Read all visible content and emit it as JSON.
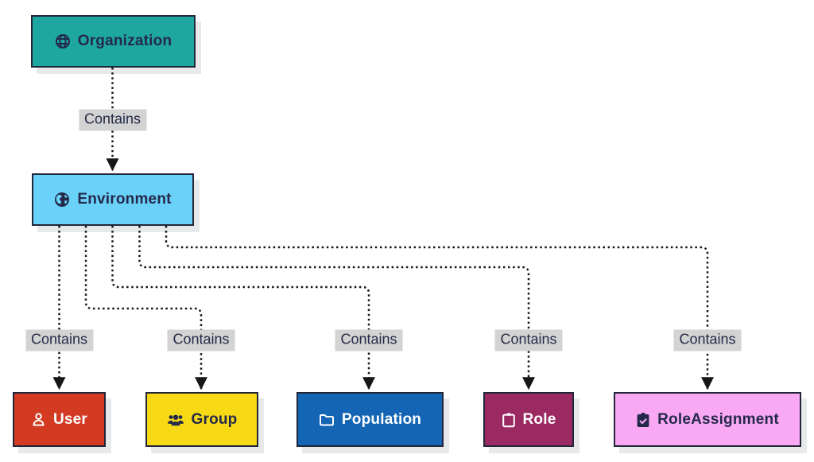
{
  "diagram": {
    "type": "flowchart",
    "background_color": "#ffffff",
    "connector": {
      "style": "dotted",
      "color": "#161616",
      "arrowhead": "filled-triangle"
    },
    "edge_label_background": "#d3d3d3",
    "node_border_color": "#212639",
    "nodes": [
      {
        "id": "organization",
        "label": "Organization",
        "icon": "globe-icon",
        "fill": "#1ea7a0",
        "text_color": "#24294a"
      },
      {
        "id": "environment",
        "label": "Environment",
        "icon": "earth-icon",
        "fill": "#6ad1f9",
        "text_color": "#24294a"
      },
      {
        "id": "user",
        "label": "User",
        "icon": "person-icon",
        "fill": "#d23b22",
        "text_color": "#ffffff"
      },
      {
        "id": "group",
        "label": "Group",
        "icon": "people-icon",
        "fill": "#f7d915",
        "text_color": "#24294a"
      },
      {
        "id": "population",
        "label": "Population",
        "icon": "folder-icon",
        "fill": "#1465b4",
        "text_color": "#ffffff"
      },
      {
        "id": "role",
        "label": "Role",
        "icon": "clipboard-icon",
        "fill": "#9b2a62",
        "text_color": "#ffffff"
      },
      {
        "id": "roleassignment",
        "label": "RoleAssignment",
        "icon": "clipboard-check-icon",
        "fill": "#f9a9f4",
        "text_color": "#24294a"
      }
    ],
    "edges": [
      {
        "from": "Organization",
        "to": "Environment",
        "label": "Contains"
      },
      {
        "from": "Environment",
        "to": "User",
        "label": "Contains"
      },
      {
        "from": "Environment",
        "to": "Group",
        "label": "Contains"
      },
      {
        "from": "Environment",
        "to": "Population",
        "label": "Contains"
      },
      {
        "from": "Environment",
        "to": "Role",
        "label": "Contains"
      },
      {
        "from": "Environment",
        "to": "RoleAssignment",
        "label": "Contains"
      }
    ]
  }
}
